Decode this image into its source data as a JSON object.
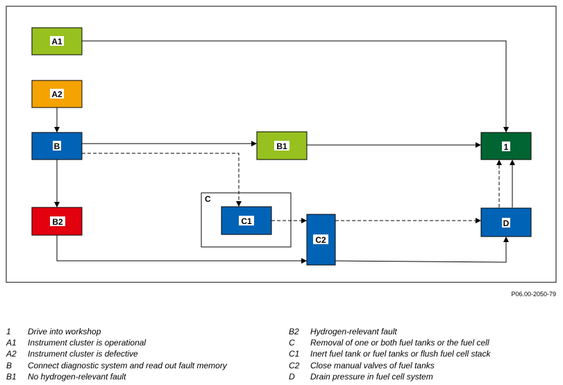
{
  "diagram": {
    "nodes": [
      {
        "id": "A1",
        "label": "A1",
        "color": "#97c11f"
      },
      {
        "id": "A2",
        "label": "A2",
        "color": "#f5a300"
      },
      {
        "id": "B",
        "label": "B",
        "color": "#0063b6"
      },
      {
        "id": "B1",
        "label": "B1",
        "color": "#97c11f"
      },
      {
        "id": "B2",
        "label": "B2",
        "color": "#e3000f"
      },
      {
        "id": "C",
        "label": "C"
      },
      {
        "id": "C1",
        "label": "C1",
        "color": "#0063b6"
      },
      {
        "id": "C2",
        "label": "C2",
        "color": "#0063b6"
      },
      {
        "id": "D",
        "label": "D",
        "color": "#0063b6"
      },
      {
        "id": "1",
        "label": "1",
        "color": "#006532"
      }
    ],
    "edges": [
      {
        "from": "A1",
        "to": "1",
        "style": "solid"
      },
      {
        "from": "A2",
        "to": "B",
        "style": "solid"
      },
      {
        "from": "B",
        "to": "B1",
        "style": "solid"
      },
      {
        "from": "B",
        "to": "B2",
        "style": "solid"
      },
      {
        "from": "B",
        "to": "C1",
        "style": "dashed"
      },
      {
        "from": "B1",
        "to": "1",
        "style": "solid"
      },
      {
        "from": "B2",
        "to": "C2",
        "style": "solid"
      },
      {
        "from": "C1",
        "to": "C2",
        "style": "dashed"
      },
      {
        "from": "C2",
        "to": "D",
        "style": "dashed"
      },
      {
        "from": "C2",
        "to": "D",
        "style": "solid"
      },
      {
        "from": "D",
        "to": "1",
        "style": "dashed"
      },
      {
        "from": "D",
        "to": "1",
        "style": "solid"
      }
    ]
  },
  "reference": "P06.00-2050-79",
  "legend": {
    "left": [
      {
        "key": "1",
        "text": "Drive into workshop"
      },
      {
        "key": "A1",
        "text": "Instrument cluster is operational"
      },
      {
        "key": "A2",
        "text": "Instrument cluster is defective"
      },
      {
        "key": "B",
        "text": "Connect diagnostic system and read out fault memory"
      },
      {
        "key": "B1",
        "text": "No hydrogen-relevant fault"
      }
    ],
    "right": [
      {
        "key": "B2",
        "text": "Hydrogen-relevant fault"
      },
      {
        "key": "C",
        "text": "Removal of one or both fuel tanks or the fuel cell"
      },
      {
        "key": "C1",
        "text": "Inert fuel tank or fuel tanks or flush fuel cell stack"
      },
      {
        "key": "C2",
        "text": "Close manual valves of fuel tanks"
      },
      {
        "key": "D",
        "text": "Drain pressure in fuel cell system"
      }
    ]
  }
}
